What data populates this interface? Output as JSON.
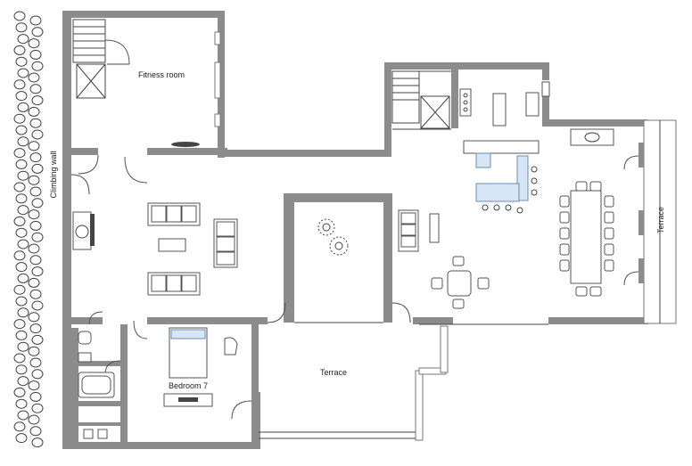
{
  "rooms": {
    "fitness": "Fitness room",
    "climbing": "Climbing wall",
    "bedroom": "Bedroom 7",
    "terrace_center": "Terrace",
    "terrace_right": "Terrace"
  },
  "colors": {
    "wall": "#8c8c8c",
    "accent_blue": "#d6e6f5"
  }
}
